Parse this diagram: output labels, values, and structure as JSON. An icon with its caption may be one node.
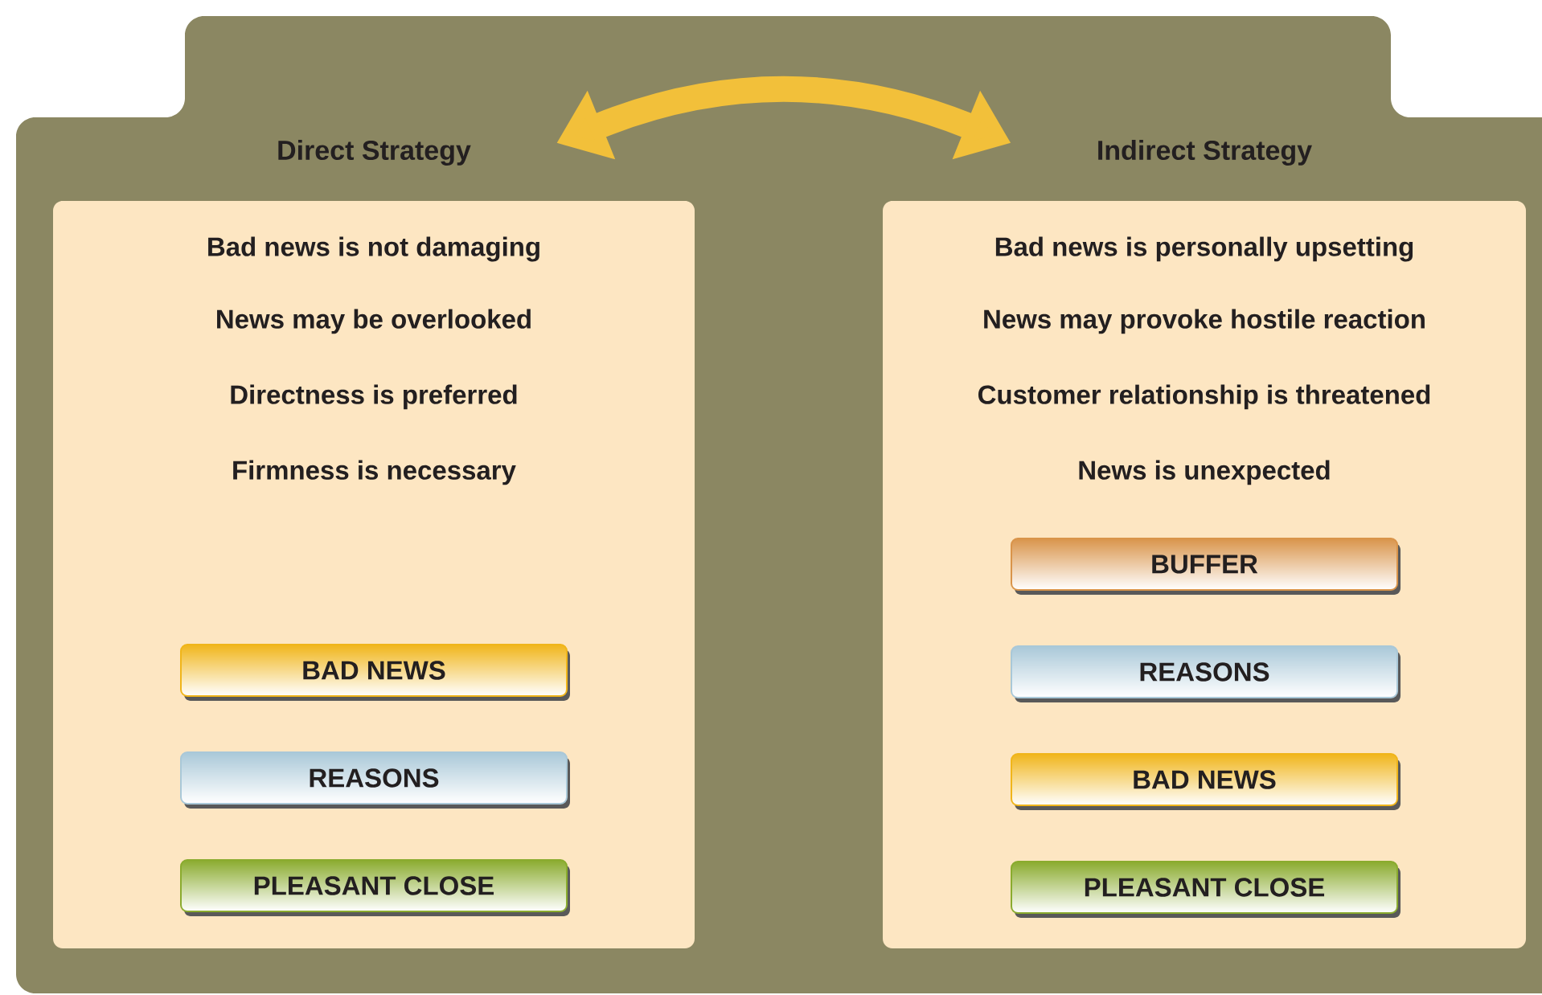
{
  "diagram": {
    "nodes": [
      {
        "text": [
          "Direct Strategy",
          "Bad news is not damaging",
          "News may be overlooked",
          "Directness is preferred",
          "Firmness is necessary"
        ]
      },
      {
        "text": [
          "BAD NEWS"
        ],
        "in": 0
      },
      {
        "text": [
          "REASONS"
        ],
        "in": 0
      },
      {
        "text": [
          "PLEASANT CLOSE"
        ],
        "in": 0
      },
      {
        "text": [
          "Indirect Strategy",
          "Bad news is personally upsetting",
          "News may provoke hostile reaction",
          "Customer relationship is threatened",
          "News is unexpected"
        ]
      },
      {
        "text": [
          "BUFFER"
        ],
        "in": 4
      },
      {
        "text": [
          "REASONS"
        ],
        "in": 4
      },
      {
        "text": [
          "BAD NEWS"
        ],
        "in": 4
      },
      {
        "text": [
          "PLEASANT CLOSE"
        ],
        "in": 4
      }
    ],
    "edges": [
      {
        "from": 0,
        "to": 4,
        "arrow": "both"
      }
    ]
  }
}
